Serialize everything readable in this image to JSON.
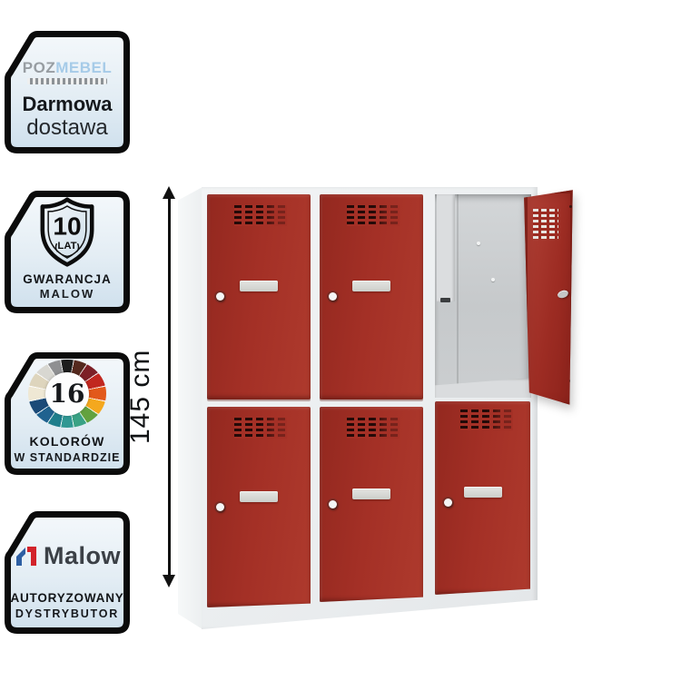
{
  "dimension": {
    "label": "145 cm"
  },
  "badges": [
    {
      "name": "free-delivery",
      "brand_gray": "POZ",
      "brand_blue": "MEBEL",
      "line1": "Darmowa",
      "line2": "dostawa"
    },
    {
      "name": "warranty-10-years",
      "shield_value": "10",
      "shield_unit": "LAT",
      "line1": "GWARANCJA",
      "line2": "MALOW"
    },
    {
      "name": "16-colors-standard",
      "wheel_value": "16",
      "line1": "KOLORÓW",
      "line2": "W STANDARDZIE",
      "wheel_colors": [
        "#1d1d1d",
        "#55291e",
        "#7d2026",
        "#c1271f",
        "#e2591b",
        "#f4a81e",
        "#63a23f",
        "#3aa285",
        "#2f9793",
        "#1f7e8c",
        "#20628f",
        "#1b4a78",
        "#efe8d4",
        "#ded5bd",
        "#d8d7d1",
        "#8f9092"
      ]
    },
    {
      "name": "authorized-distributor",
      "brand": "Malow",
      "line1": "AUTORYZOWANY",
      "line2": "DYSTRYBUTOR"
    }
  ],
  "product_colors": {
    "door_red": "#a43026",
    "frame": "#eef0f2",
    "interior": "#c9cccf"
  }
}
